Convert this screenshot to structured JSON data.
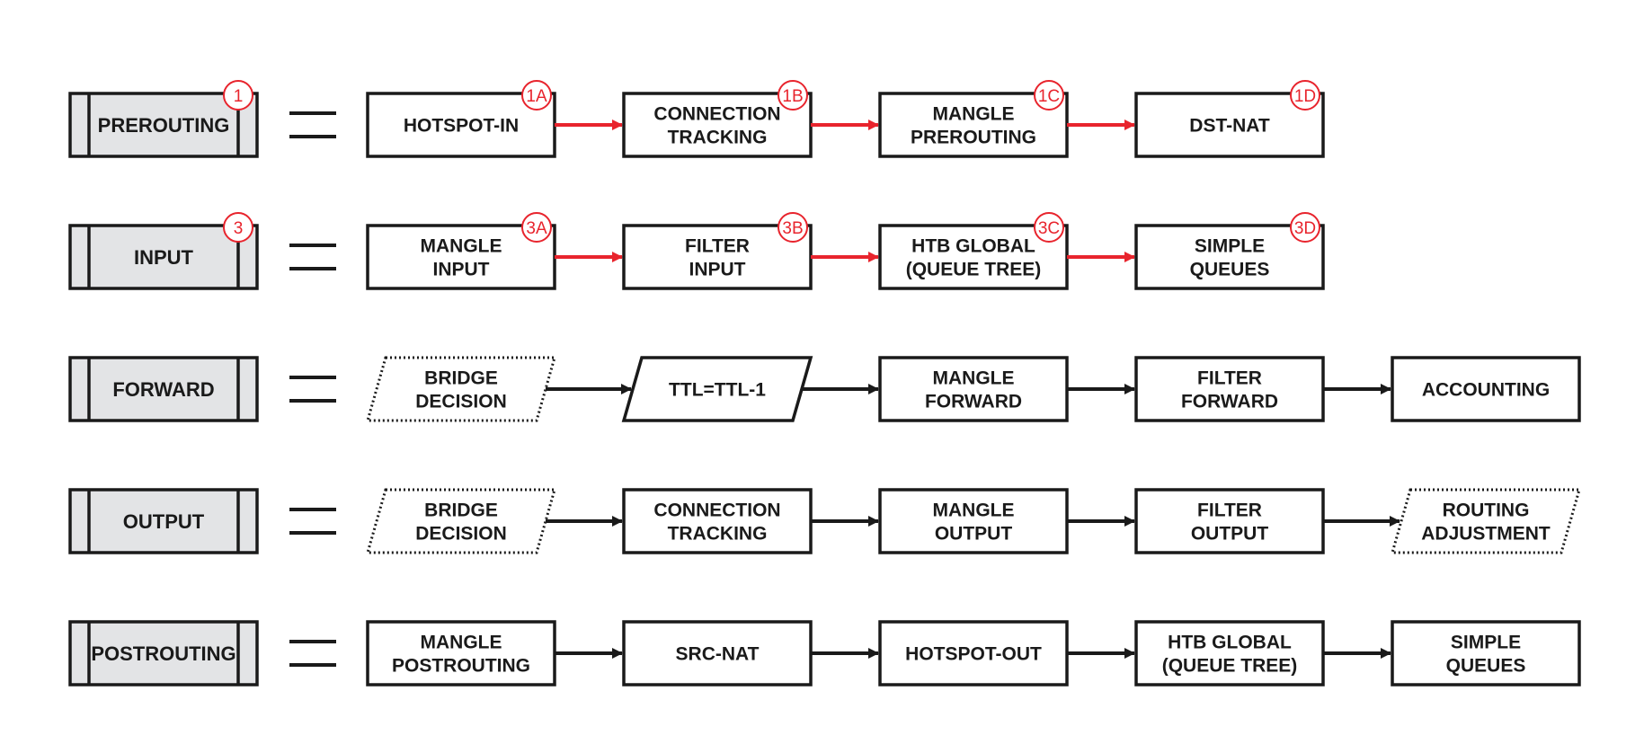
{
  "colors": {
    "stroke": "#1a1a1a",
    "accent": "#e8242d",
    "chain_fill": "#e3e4e6",
    "box_fill": "#ffffff"
  },
  "rows": [
    {
      "chain": {
        "label": "PREROUTING",
        "badge": "1"
      },
      "arrow_color": "accent",
      "steps": [
        {
          "lines": [
            "HOTSPOT-IN"
          ],
          "shape": "rect",
          "badge": "1A"
        },
        {
          "lines": [
            "CONNECTION",
            "TRACKING"
          ],
          "shape": "rect",
          "badge": "1B"
        },
        {
          "lines": [
            "MANGLE",
            "PREROUTING"
          ],
          "shape": "rect",
          "badge": "1C"
        },
        {
          "lines": [
            "DST-NAT"
          ],
          "shape": "rect",
          "badge": "1D"
        }
      ]
    },
    {
      "chain": {
        "label": "INPUT",
        "badge": "3"
      },
      "arrow_color": "accent",
      "steps": [
        {
          "lines": [
            "MANGLE",
            "INPUT"
          ],
          "shape": "rect",
          "badge": "3A"
        },
        {
          "lines": [
            "FILTER",
            "INPUT"
          ],
          "shape": "rect",
          "badge": "3B"
        },
        {
          "lines": [
            "HTB GLOBAL",
            "(QUEUE TREE)"
          ],
          "shape": "rect",
          "badge": "3C"
        },
        {
          "lines": [
            "SIMPLE",
            "QUEUES"
          ],
          "shape": "rect",
          "badge": "3D"
        }
      ]
    },
    {
      "chain": {
        "label": "FORWARD",
        "badge": ""
      },
      "arrow_color": "stroke",
      "steps": [
        {
          "lines": [
            "BRIDGE",
            "DECISION"
          ],
          "shape": "dotted-para",
          "badge": ""
        },
        {
          "lines": [
            "TTL=TTL-1"
          ],
          "shape": "para",
          "badge": ""
        },
        {
          "lines": [
            "MANGLE",
            "FORWARD"
          ],
          "shape": "rect",
          "badge": ""
        },
        {
          "lines": [
            "FILTER",
            "FORWARD"
          ],
          "shape": "rect",
          "badge": ""
        },
        {
          "lines": [
            "ACCOUNTING"
          ],
          "shape": "rect",
          "badge": ""
        }
      ]
    },
    {
      "chain": {
        "label": "OUTPUT",
        "badge": ""
      },
      "arrow_color": "stroke",
      "steps": [
        {
          "lines": [
            "BRIDGE",
            "DECISION"
          ],
          "shape": "dotted-para",
          "badge": ""
        },
        {
          "lines": [
            "CONNECTION",
            "TRACKING"
          ],
          "shape": "rect",
          "badge": ""
        },
        {
          "lines": [
            "MANGLE",
            "OUTPUT"
          ],
          "shape": "rect",
          "badge": ""
        },
        {
          "lines": [
            "FILTER",
            "OUTPUT"
          ],
          "shape": "rect",
          "badge": ""
        },
        {
          "lines": [
            "ROUTING",
            "ADJUSTMENT"
          ],
          "shape": "dotted-para",
          "badge": ""
        }
      ]
    },
    {
      "chain": {
        "label": "POSTROUTING",
        "badge": ""
      },
      "arrow_color": "stroke",
      "steps": [
        {
          "lines": [
            "MANGLE",
            "POSTROUTING"
          ],
          "shape": "rect",
          "badge": ""
        },
        {
          "lines": [
            "SRC-NAT"
          ],
          "shape": "rect",
          "badge": ""
        },
        {
          "lines": [
            "HOTSPOT-OUT"
          ],
          "shape": "rect",
          "badge": ""
        },
        {
          "lines": [
            "HTB GLOBAL",
            "(QUEUE TREE)"
          ],
          "shape": "rect",
          "badge": ""
        },
        {
          "lines": [
            "SIMPLE",
            "QUEUES"
          ],
          "shape": "rect",
          "badge": ""
        }
      ]
    }
  ]
}
